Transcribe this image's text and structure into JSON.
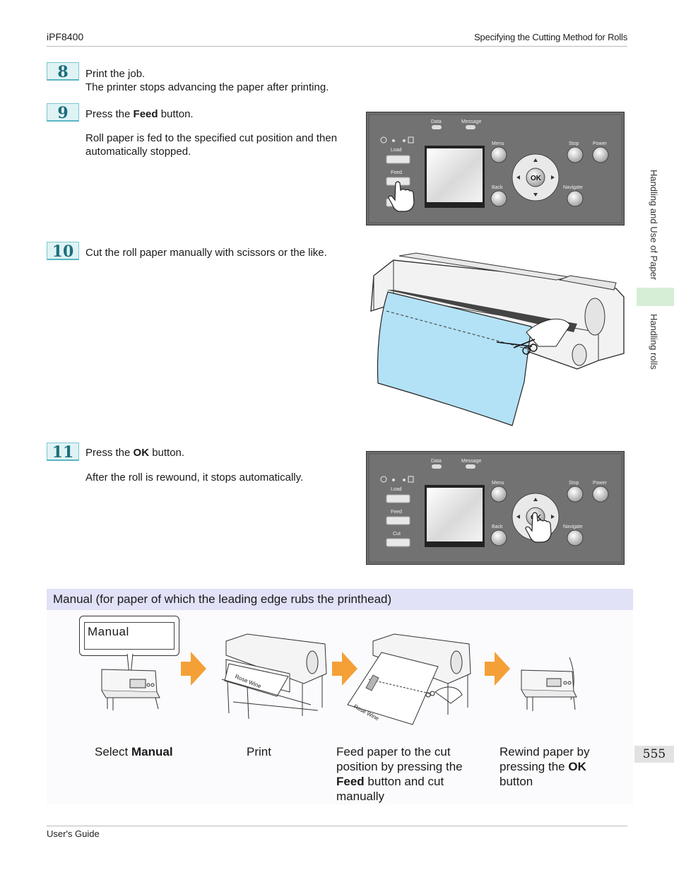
{
  "header": {
    "model": "iPF8400",
    "chapter_title": "Specifying the Cutting Method for Rolls"
  },
  "sidebar": {
    "section": "Handling and Use of Paper",
    "subsection": "Handling rolls"
  },
  "page_number": "555",
  "footer": {
    "guide": "User's Guide"
  },
  "steps": [
    {
      "num": "8",
      "line1": "Print the job.",
      "line2": "The printer stops advancing the paper after printing."
    },
    {
      "num": "9",
      "line1_pre": "Press the ",
      "line1_bold": "Feed",
      "line1_post": " button.",
      "line2": "Roll paper is fed to the specified cut position and then automatically stopped."
    },
    {
      "num": "10",
      "line1": "Cut the roll paper manually with scissors or the like."
    },
    {
      "num": "11",
      "line1_pre": "Press the ",
      "line1_bold": "OK",
      "line1_post": " button.",
      "line2": "After the roll is rewound, it stops automatically."
    }
  ],
  "panel": {
    "data": "Data",
    "message": "Message",
    "load": "Load",
    "feed": "Feed",
    "cut": "Cut",
    "menu": "Menu",
    "back": "Back",
    "stop": "Stop",
    "power": "Power",
    "navigate": "Navigate",
    "ok": "OK"
  },
  "section": {
    "title": "Manual (for paper of which the leading edge rubs the printhead)"
  },
  "flow": {
    "display_text": "Manual",
    "paper_print": "Rose Wine",
    "cap1_pre": "Select ",
    "cap1_bold": "Manual",
    "cap2": "Print",
    "cap3_a": "Feed paper to the cut",
    "cap3_b": "position by pressing the",
    "cap3_bold": "Feed",
    "cap3_c": " button and cut",
    "cap3_d": "manually",
    "cap4_a": "Rewind paper by",
    "cap4_b": "pressing the ",
    "cap4_bold": "OK",
    "cap4_c": "button"
  }
}
